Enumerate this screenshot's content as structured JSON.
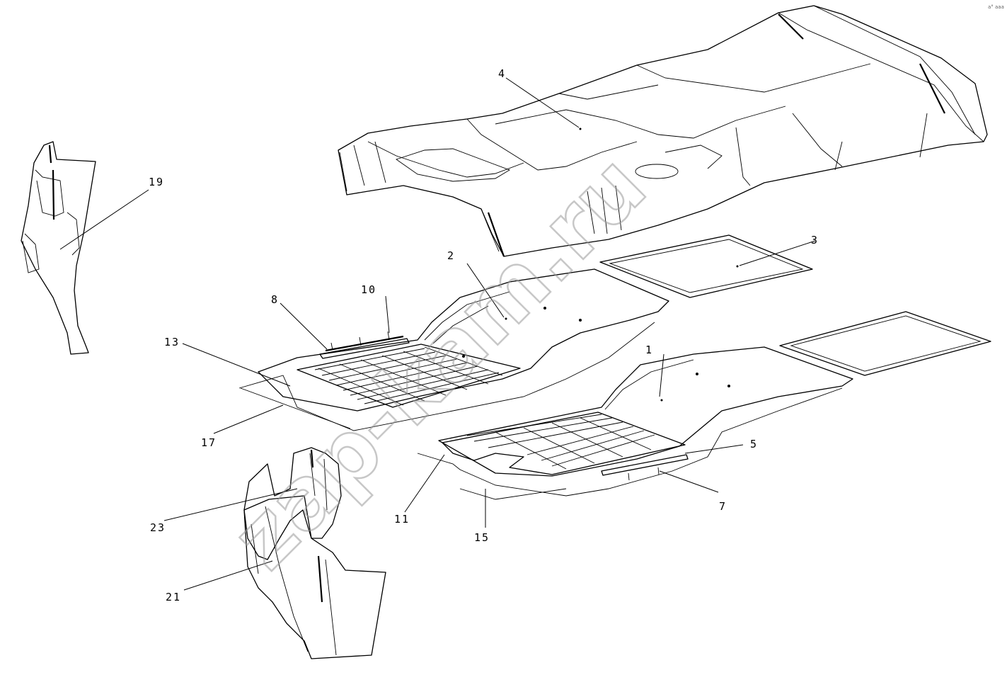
{
  "callouts": [
    "1",
    "2",
    "3",
    "4",
    "5",
    "7",
    "8",
    "10",
    "11",
    "13",
    "15",
    "17",
    "19",
    "21",
    "23"
  ],
  "watermark": "zap-kam.ru",
  "corner_mark": "a° aaa"
}
